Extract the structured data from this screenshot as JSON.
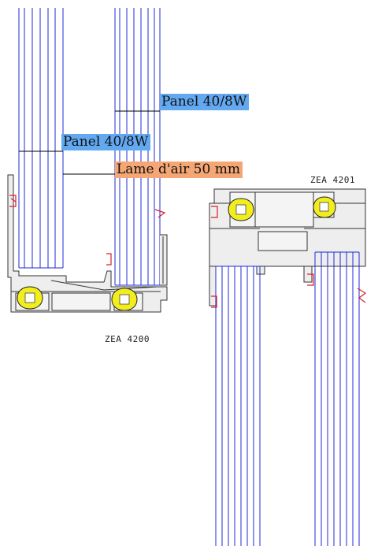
{
  "labels": {
    "panel_right": "Panel 40/8W",
    "panel_left": "Panel 40/8W",
    "air_gap": "Lame d'air 50 mm"
  },
  "references": {
    "left_profile": "ZEA 4200",
    "right_profile": "ZEA 4201"
  },
  "colors": {
    "panel_line": "#1c2bd6",
    "frame_line": "#333333",
    "frame_fill": "#eeeeee",
    "gasket": "#f2ee1e",
    "seal": "#d81f2e",
    "label_blue": "#62a9f2",
    "label_orange": "#f4a774"
  }
}
